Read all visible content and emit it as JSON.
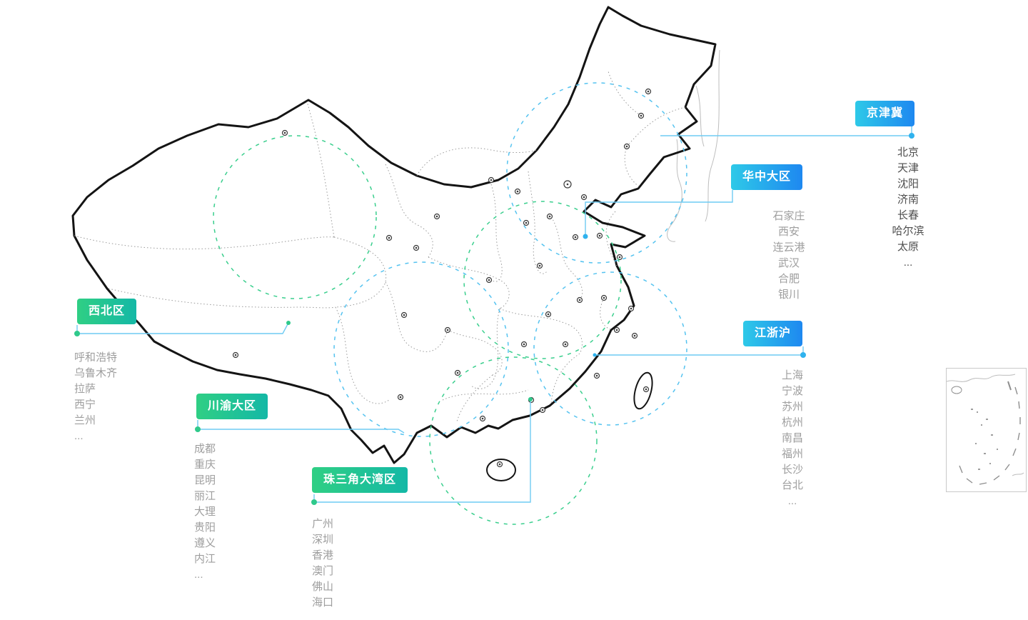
{
  "colors": {
    "blue_tag_start": "#2ec9e8",
    "blue_tag_end": "#1e88f0",
    "green_tag_start": "#2fcf84",
    "green_tag_end": "#14b8a6",
    "connector": "#6fcbf3",
    "circle_blue": "#55c3f0",
    "circle_green": "#3bcf8e",
    "dot_blue": "#2fb2ee",
    "dot_green": "#2fc98b",
    "list_gray": "#9e9e9e",
    "list_dark": "#4d4d4d",
    "map_outline": "#141414",
    "map_inner": "#8f8f8f"
  },
  "regions": [
    {
      "id": "jingjinji",
      "label": "京津冀",
      "color": "blue",
      "cities": [
        "北京",
        "天津",
        "沈阳",
        "济南",
        "长春",
        "哈尔滨",
        "太原",
        "..."
      ]
    },
    {
      "id": "huazhong",
      "label": "华中大区",
      "color": "blue",
      "cities": [
        "石家庄",
        "西安",
        "连云港",
        "武汉",
        "合肥",
        "银川"
      ]
    },
    {
      "id": "xibei",
      "label": "西北区",
      "color": "green",
      "cities": [
        "呼和浩特",
        "乌鲁木齐",
        "拉萨",
        "西宁",
        "兰州",
        "..."
      ]
    },
    {
      "id": "chuanyu",
      "label": "川渝大区",
      "color": "green",
      "cities": [
        "成都",
        "重庆",
        "昆明",
        "丽江",
        "大理",
        "贵阳",
        "遵义",
        "内江",
        "..."
      ]
    },
    {
      "id": "zhusanjiao",
      "label": "珠三角大湾区",
      "color": "green",
      "cities": [
        "广州",
        "深圳",
        "香港",
        "澳门",
        "佛山",
        "海口",
        "..."
      ]
    },
    {
      "id": "jiangzhehu",
      "label": "江浙沪",
      "color": "blue",
      "cities": [
        "上海",
        "宁波",
        "苏州",
        "杭州",
        "南昌",
        "福州",
        "长沙",
        "台北",
        "..."
      ]
    }
  ]
}
